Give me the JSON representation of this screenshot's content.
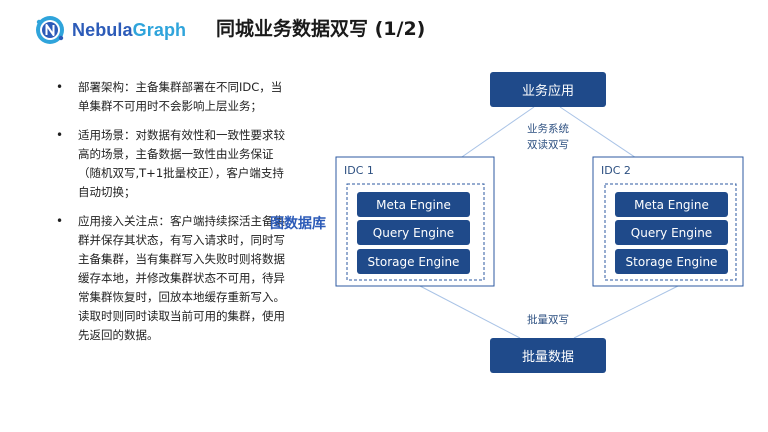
{
  "header": {
    "logo_part1": "Nebula",
    "logo_part2": "Graph",
    "title": "同城业务数据双写 (1/2)"
  },
  "bullets": [
    "部署架构：主备集群部署在不同IDC，当单集群不可用时不会影响上层业务；",
    "适用场景：对数据有效性和一致性要求较高的场景，主备数据一致性由业务保证（随机双写,T+1批量校正），客户端支持自动切换；",
    "应用接入关注点：客户端持续探活主备集群并保存其状态，有写入请求时，同时写主备集群，当有集群写入失败时则将数据缓存本地，并修改集群状态不可用，待异常集群恢复时，回放本地缓存重新写入。读取时则同时读取当前可用的集群，使用先返回的数据。"
  ],
  "diagram": {
    "app_box": "业务应用",
    "batch_box": "批量数据",
    "dual_label_line1": "业务系统",
    "dual_label_line2": "双读双写",
    "batch_label": "批量双写",
    "graph_db_label": "图数据库",
    "idc1": {
      "label": "IDC 1",
      "engines": [
        "Meta Engine",
        "Query Engine",
        "Storage Engine"
      ]
    },
    "idc2": {
      "label": "IDC 2",
      "engines": [
        "Meta Engine",
        "Query Engine",
        "Storage Engine"
      ]
    },
    "colors": {
      "box_fill": "#1f4a8a",
      "border": "#2c5aa0",
      "line": "#a9c3e6",
      "graph_db_text": "#2c5bb8"
    }
  }
}
